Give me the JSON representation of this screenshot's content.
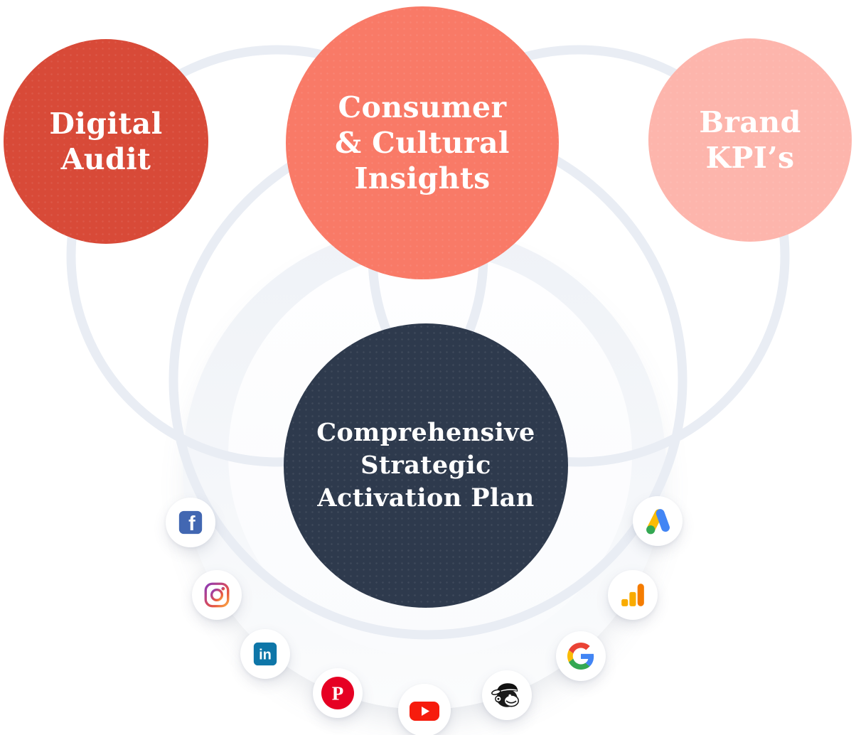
{
  "diagram": {
    "center_node": {
      "label": "Comprehensive\nStrategic\nActivation Plan",
      "color": "#2E3A4D",
      "text_color": "#FFFFFF"
    },
    "input_nodes": [
      {
        "id": "digital-audit",
        "label": "Digital\nAudit",
        "color": "#D84A38"
      },
      {
        "id": "consumer-cultural-insights",
        "label": "Consumer\n& Cultural\nInsights",
        "color": "#F97A67"
      },
      {
        "id": "brand-kpis",
        "label": "Brand\nKPI’s",
        "color": "#FDB5AC"
      }
    ],
    "platform_badges": [
      {
        "id": "facebook",
        "icon": "facebook-icon",
        "color": "#4267B2"
      },
      {
        "id": "instagram",
        "icon": "instagram-icon",
        "color": "#C13584"
      },
      {
        "id": "linkedin",
        "icon": "linkedin-icon",
        "color": "#0E76A8"
      },
      {
        "id": "pinterest",
        "icon": "pinterest-icon",
        "color": "#E60023"
      },
      {
        "id": "youtube",
        "icon": "youtube-icon",
        "color": "#F61C0D"
      },
      {
        "id": "mailchimp",
        "icon": "mailchimp-freddie-icon",
        "color": "#1A1A1A"
      },
      {
        "id": "google",
        "icon": "google-g-icon",
        "color": "#4285F4"
      },
      {
        "id": "google-analytics",
        "icon": "google-analytics-icon",
        "color": "#F57C00"
      },
      {
        "id": "google-ads",
        "icon": "google-ads-icon",
        "color": "#FBBC04"
      }
    ],
    "decor": {
      "ring_color": "#E9EDF4",
      "hub_fill_top": "#EFF2F7",
      "hub_fill_bottom": "#FBFCFD",
      "hub_inner_fill": "#FEFEFF",
      "background": "#FFFFFF"
    }
  }
}
